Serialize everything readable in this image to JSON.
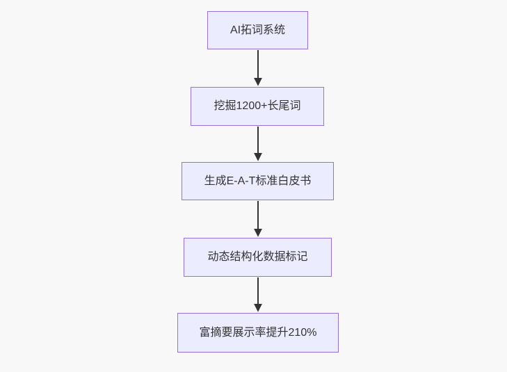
{
  "diagram": {
    "type": "flowchart",
    "direction": "top-down",
    "nodes": [
      {
        "id": "A",
        "label": "AI拓词系统"
      },
      {
        "id": "B",
        "label": "挖掘1200+长尾词"
      },
      {
        "id": "C",
        "label": "生成E-A-T标准白皮书"
      },
      {
        "id": "D",
        "label": "动态结构化数据标记"
      },
      {
        "id": "E",
        "label": "富摘要展示率提升210%"
      }
    ],
    "edges": [
      {
        "from": "A",
        "to": "B"
      },
      {
        "from": "B",
        "to": "C"
      },
      {
        "from": "C",
        "to": "D"
      },
      {
        "from": "D",
        "to": "E"
      }
    ],
    "colors": {
      "background": "#f8f8f8",
      "node_fill": "#ECECFF",
      "node_border": "#9370DB",
      "arrow": "#333333",
      "text": "#333333"
    }
  }
}
